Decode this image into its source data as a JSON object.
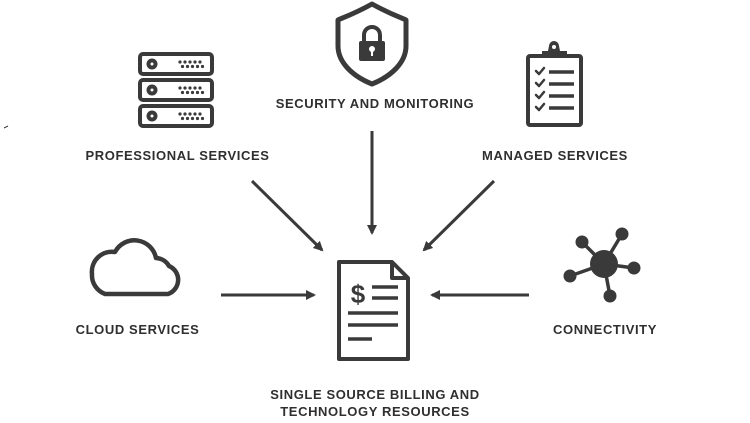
{
  "nodes": {
    "security": {
      "label": "SECURITY AND MONITORING",
      "icon": "shield-lock-icon"
    },
    "professional": {
      "label": "PROFESSIONAL SERVICES",
      "icon": "server-rack-icon"
    },
    "managed": {
      "label": "MANAGED SERVICES",
      "icon": "clipboard-checklist-icon"
    },
    "cloud": {
      "label": "CLOUD SERVICES",
      "icon": "cloud-icon"
    },
    "connectivity": {
      "label": "CONNECTIVITY",
      "icon": "network-hub-icon"
    },
    "billing": {
      "label_line1": "SINGLE SOURCE BILLING AND",
      "label_line2": "TECHNOLOGY RESOURCES",
      "icon": "invoice-document-icon"
    }
  },
  "colors": {
    "icon": "#3a3a3a",
    "text": "#2f2f2f",
    "background": "#ffffff"
  }
}
